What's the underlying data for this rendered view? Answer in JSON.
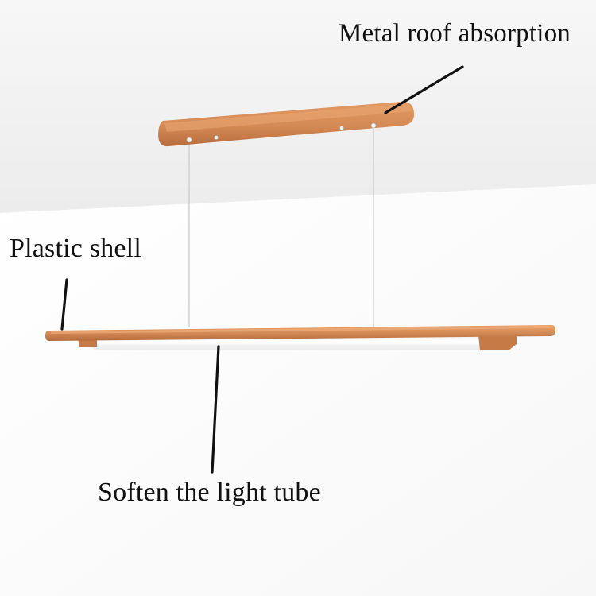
{
  "labels": {
    "metal_roof": "Metal roof absorption",
    "plastic_shell": "Plastic shell",
    "soften_tube": "Soften the light tube"
  },
  "colors": {
    "copper": "#d48a55",
    "copper_dark": "#b86d3d",
    "ceiling": "#f1f1f1",
    "wall": "#ffffff",
    "leader": "#111111",
    "diffuser": "#fbfbfb"
  }
}
